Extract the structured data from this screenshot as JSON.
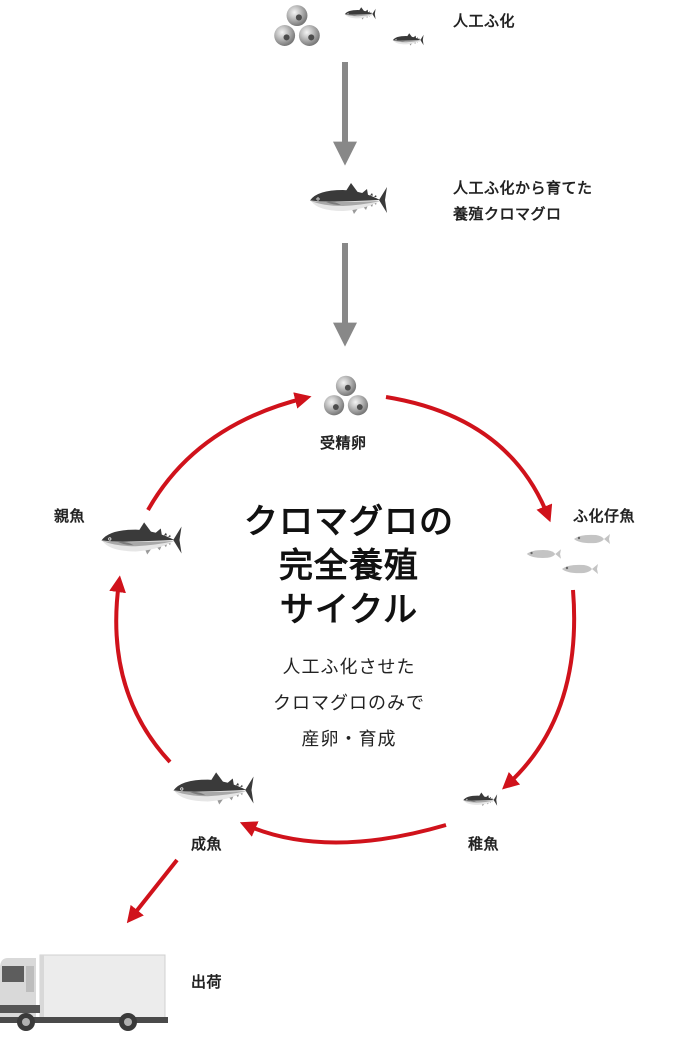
{
  "labels": {
    "hatch": "人工ふ化",
    "farmed_line1": "人工ふ化から育てた",
    "farmed_line2": "養殖クロマグロ",
    "egg": "受精卵",
    "larva": "ふ化仔魚",
    "juvenile": "稚魚",
    "adult": "成魚",
    "parent": "親魚",
    "ship": "出荷"
  },
  "center": {
    "title_lines": [
      "クロマグロの",
      "完全養殖",
      "サイクル"
    ],
    "desc_lines": [
      "人工ふ化させた",
      "クロマグロのみで",
      "産卵・育成"
    ]
  },
  "colors": {
    "cycle_arrow": "#d0121b",
    "flow_arrow": "#888888",
    "tuna_dark": "#3a3a3a",
    "tuna_mid": "#9a9a9a",
    "tuna_belly": "#e6e6e6",
    "egg": "#8f8f8f"
  },
  "icons": [
    "egg-cluster-icon",
    "tuna-icon",
    "truck-icon"
  ]
}
